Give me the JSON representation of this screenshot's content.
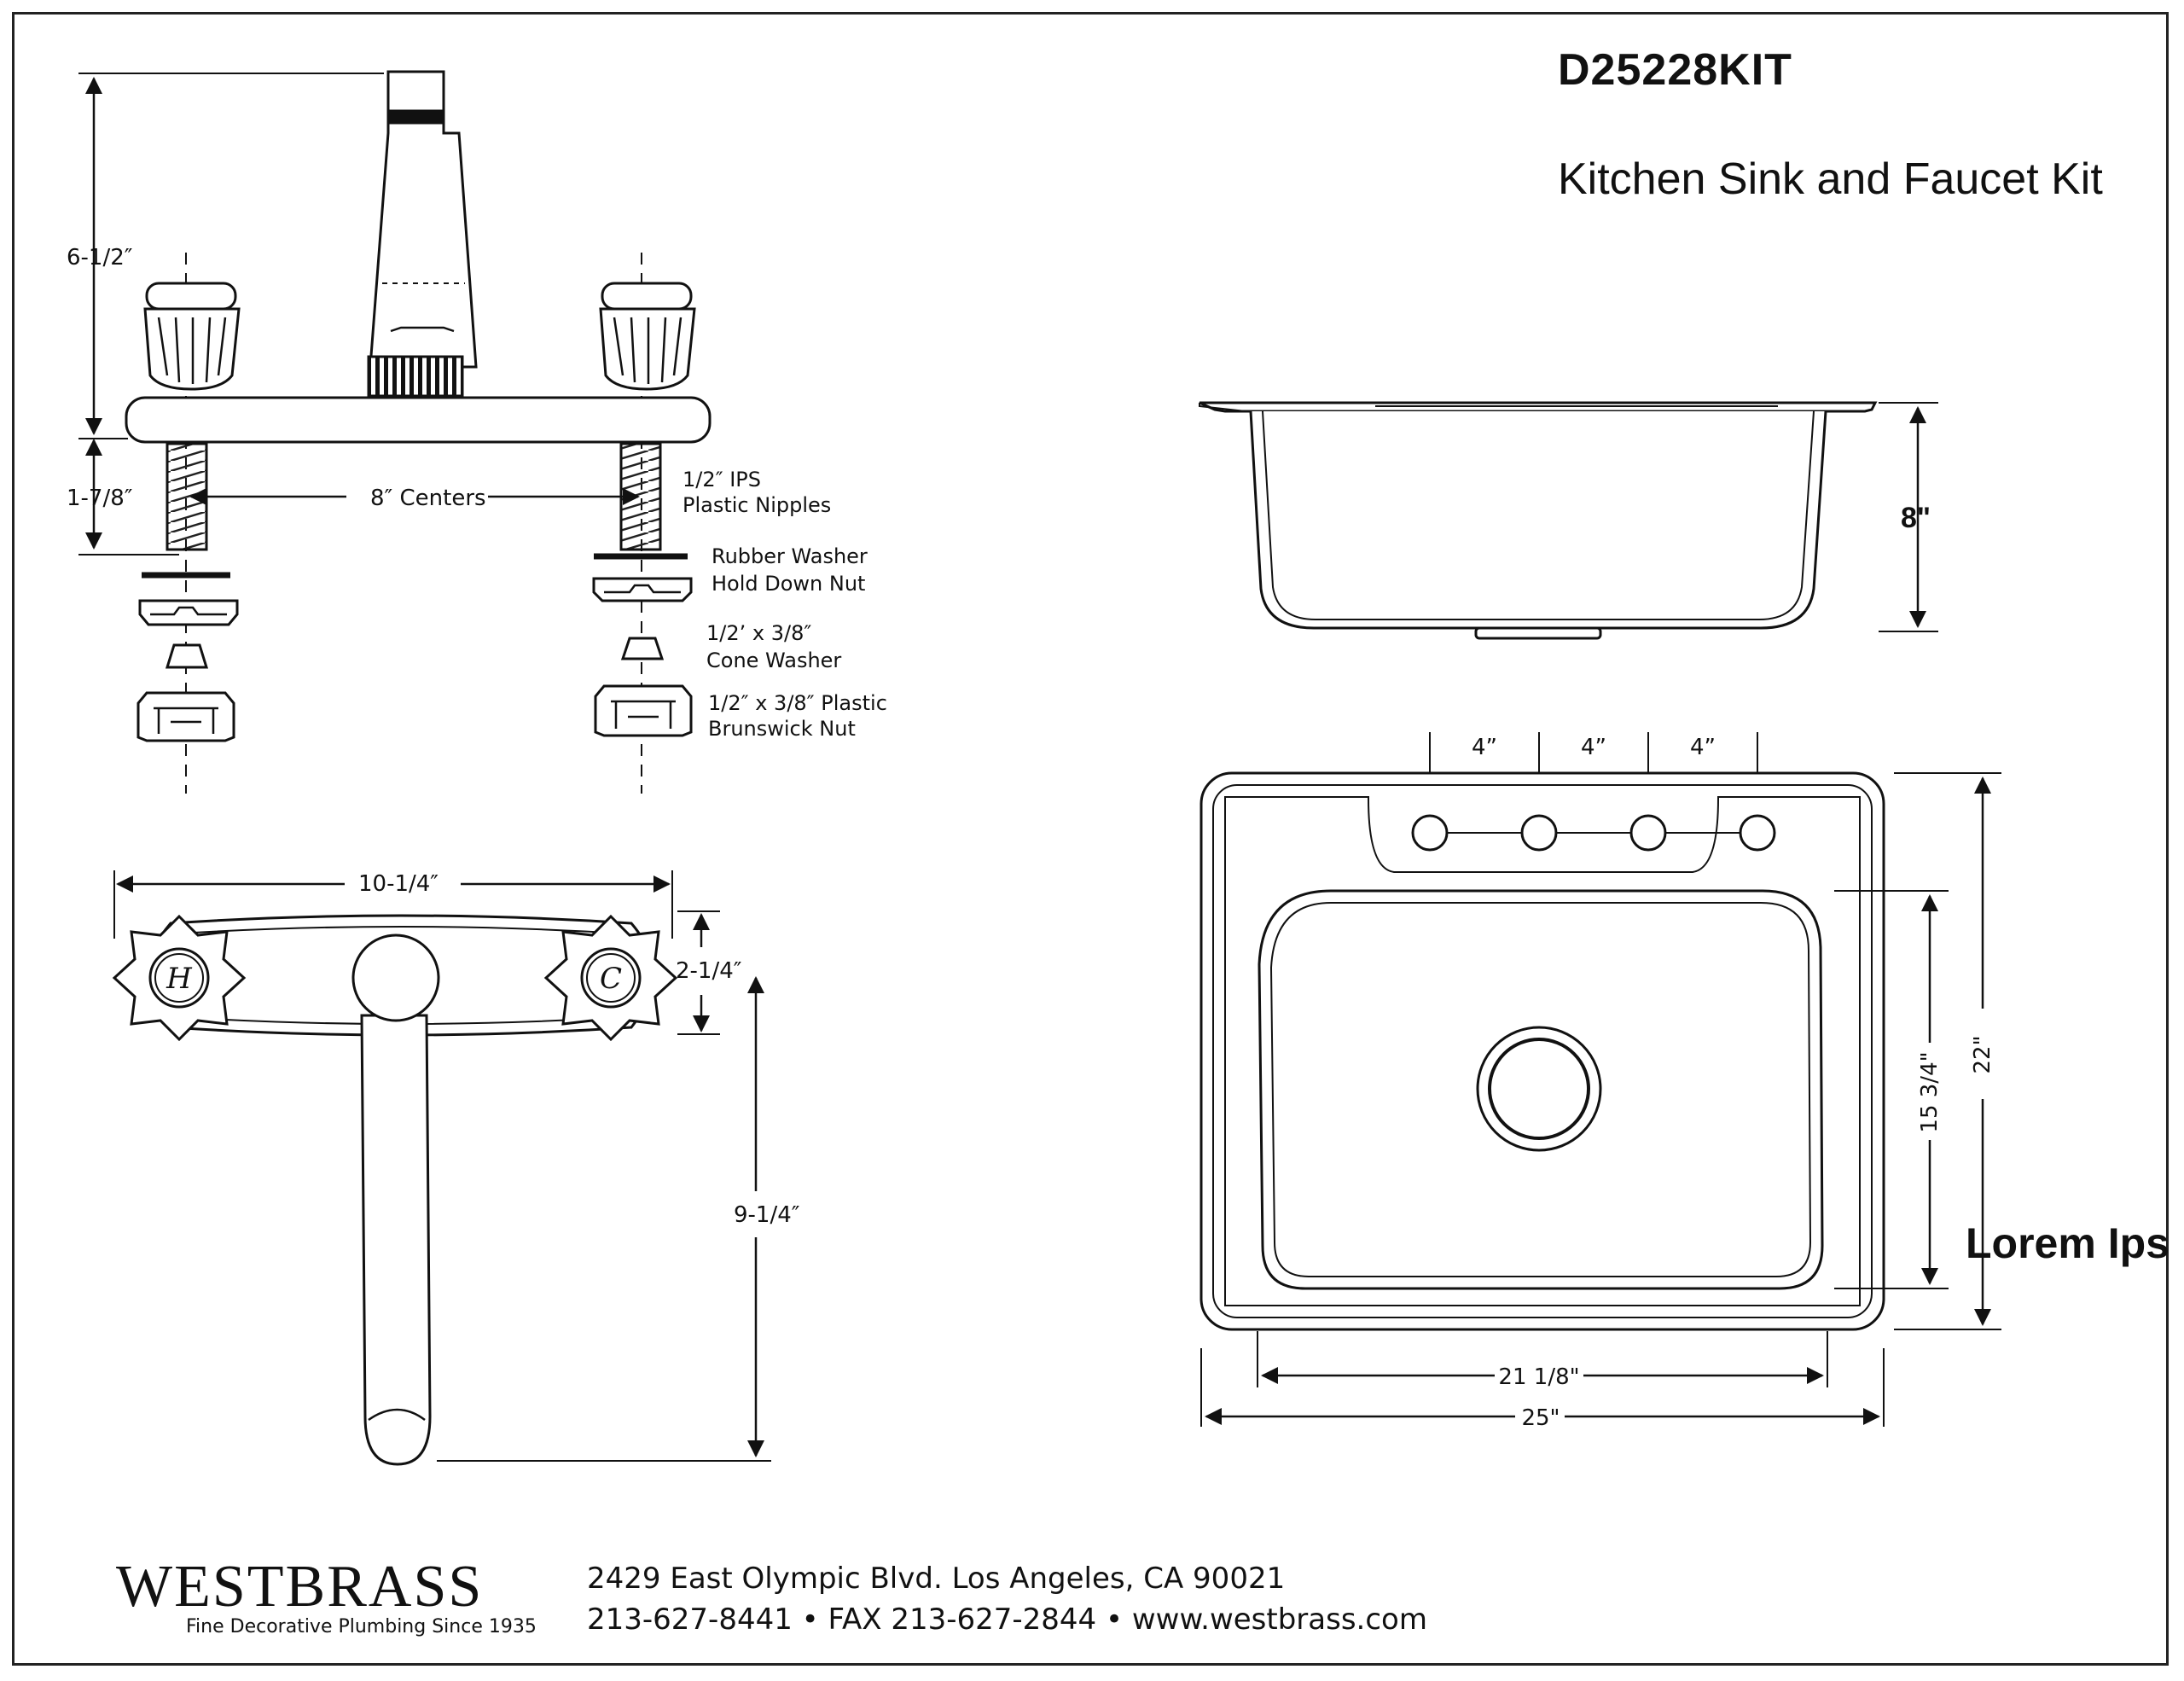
{
  "title": {
    "model": "D25228KIT",
    "description": "Kitchen Sink and Faucet Kit"
  },
  "faucet_side": {
    "height": "6-1/2″",
    "shank_length": "1-7/8″",
    "centers": "8″ Centers",
    "parts": [
      "1/2″ IPS",
      "Plastic Nipples",
      "Rubber Washer",
      "Hold Down Nut",
      "1/2’ x 3/8″",
      "Cone Washer",
      "1/2″ x 3/8″ Plastic",
      "Brunswick Nut"
    ]
  },
  "faucet_top": {
    "width": "10-1/4″",
    "depth": "2-1/4″",
    "spout_reach": "9-1/4″",
    "hot_handle": "H",
    "cold_handle": "C"
  },
  "sink": {
    "depth": "8\"",
    "hole_spacing": [
      "4”",
      "4”",
      "4”"
    ],
    "bowl_length": "15 3/4\"",
    "overall_length": "22\"",
    "bowl_width": "21 1/8\"",
    "overall_width": "25\"",
    "note": "Lorem Ips"
  },
  "footer": {
    "brand": "WESTBRASS",
    "tagline": "Fine Decorative Plumbing Since 1935",
    "address": "2429 East Olympic Blvd. Los Angeles, CA  90021",
    "contact": "213-627-8441 • FAX 213-627-2844 • www.westbrass.com"
  }
}
